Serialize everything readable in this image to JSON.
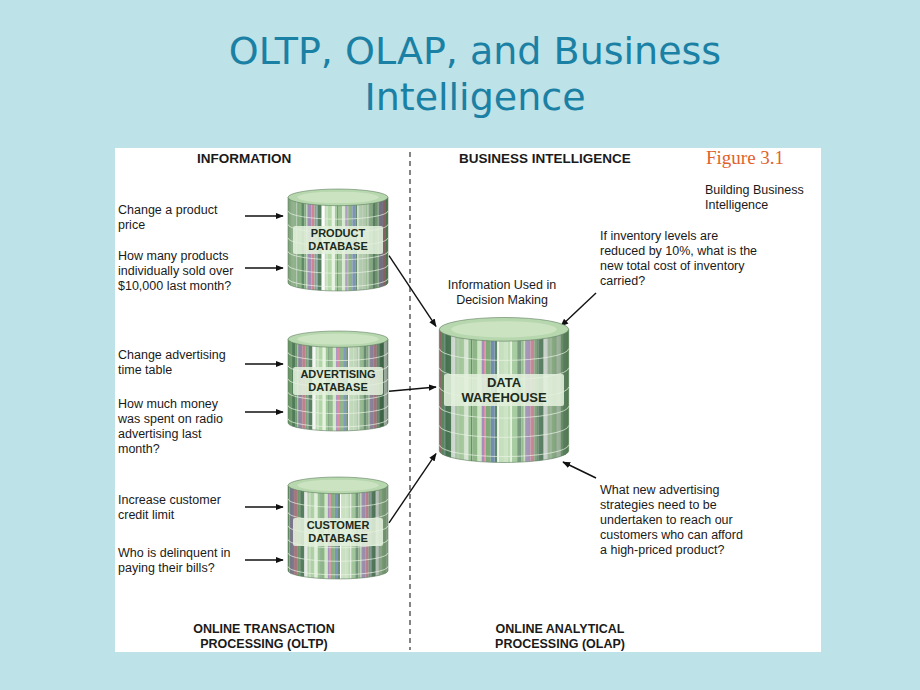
{
  "diagram": {
    "title": "OLTP, OLAP, and Business Intelligence",
    "nodes": [
      {
        "text": [
          "PRODUCT DATABASE"
        ]
      },
      {
        "text": [
          "ADVERTISING DATABASE"
        ]
      },
      {
        "text": [
          "CUSTOMER DATABASE"
        ]
      },
      {
        "text": [
          "DATA WAREHOUSE"
        ]
      }
    ],
    "edges": [
      {
        "from": 0,
        "to": 3,
        "arrow": "to"
      },
      {
        "from": 1,
        "to": 3,
        "arrow": "to"
      },
      {
        "from": 2,
        "to": 3,
        "arrow": "to"
      }
    ],
    "labels": [
      "INFORMATION",
      "BUSINESS INTELLIGENCE",
      "Figure 3.1",
      "Building Business Intelligence",
      "Change a product price",
      "How many products individually sold over $10,000 last month?",
      "Change advertising time table",
      "How much money was spent on radio advertising last month?",
      "Increase customer credit limit",
      "Who is delinquent in paying their bills?",
      "If inventory levels are reduced by 10%, what is the new total cost of inventory carried?",
      "Information Used in Decision Making",
      "What new advertising strategies need to be undertaken to reach our customers who can afford a high-priced product?",
      "ONLINE TRANSACTION PROCESSING (OLTP)",
      "ONLINE ANALYTICAL PROCESSING (OLAP)"
    ]
  }
}
